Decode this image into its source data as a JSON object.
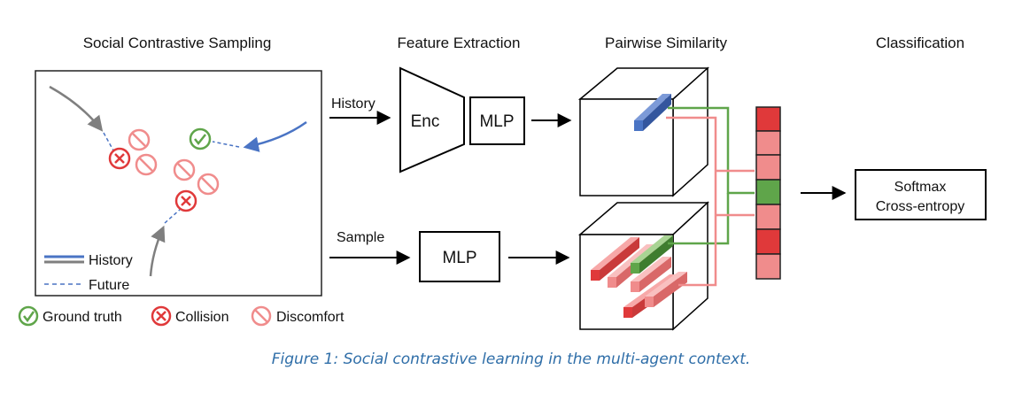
{
  "titles": {
    "sampling": "Social Contrastive Sampling",
    "extraction": "Feature Extraction",
    "similarity": "Pairwise Similarity",
    "classification": "Classification"
  },
  "legend_inner": {
    "history": "History",
    "future": "Future"
  },
  "legend_outer": {
    "ground_truth": "Ground truth",
    "collision": "Collision",
    "discomfort": "Discomfort"
  },
  "arrows": {
    "history": "History",
    "sample": "Sample"
  },
  "blocks": {
    "encoder": "Enc",
    "mlp_top": "MLP",
    "mlp_bottom": "MLP",
    "classifier_line1": "Softmax",
    "classifier_line2": "Cross-entropy"
  },
  "caption": "Figure 1: Social contrastive learning in the multi-agent context.",
  "colors": {
    "history_blue": "#4a74c4",
    "positive_green": "#5fa54a",
    "collision_red": "#e0393a",
    "discomfort_pink": "#f08c8c",
    "gray_path": "#7f7f7f",
    "caption_blue": "#2f6ea8"
  },
  "score_vector": [
    "collision",
    "discomfort",
    "discomfort",
    "ground-truth",
    "discomfort",
    "collision",
    "discomfort"
  ]
}
